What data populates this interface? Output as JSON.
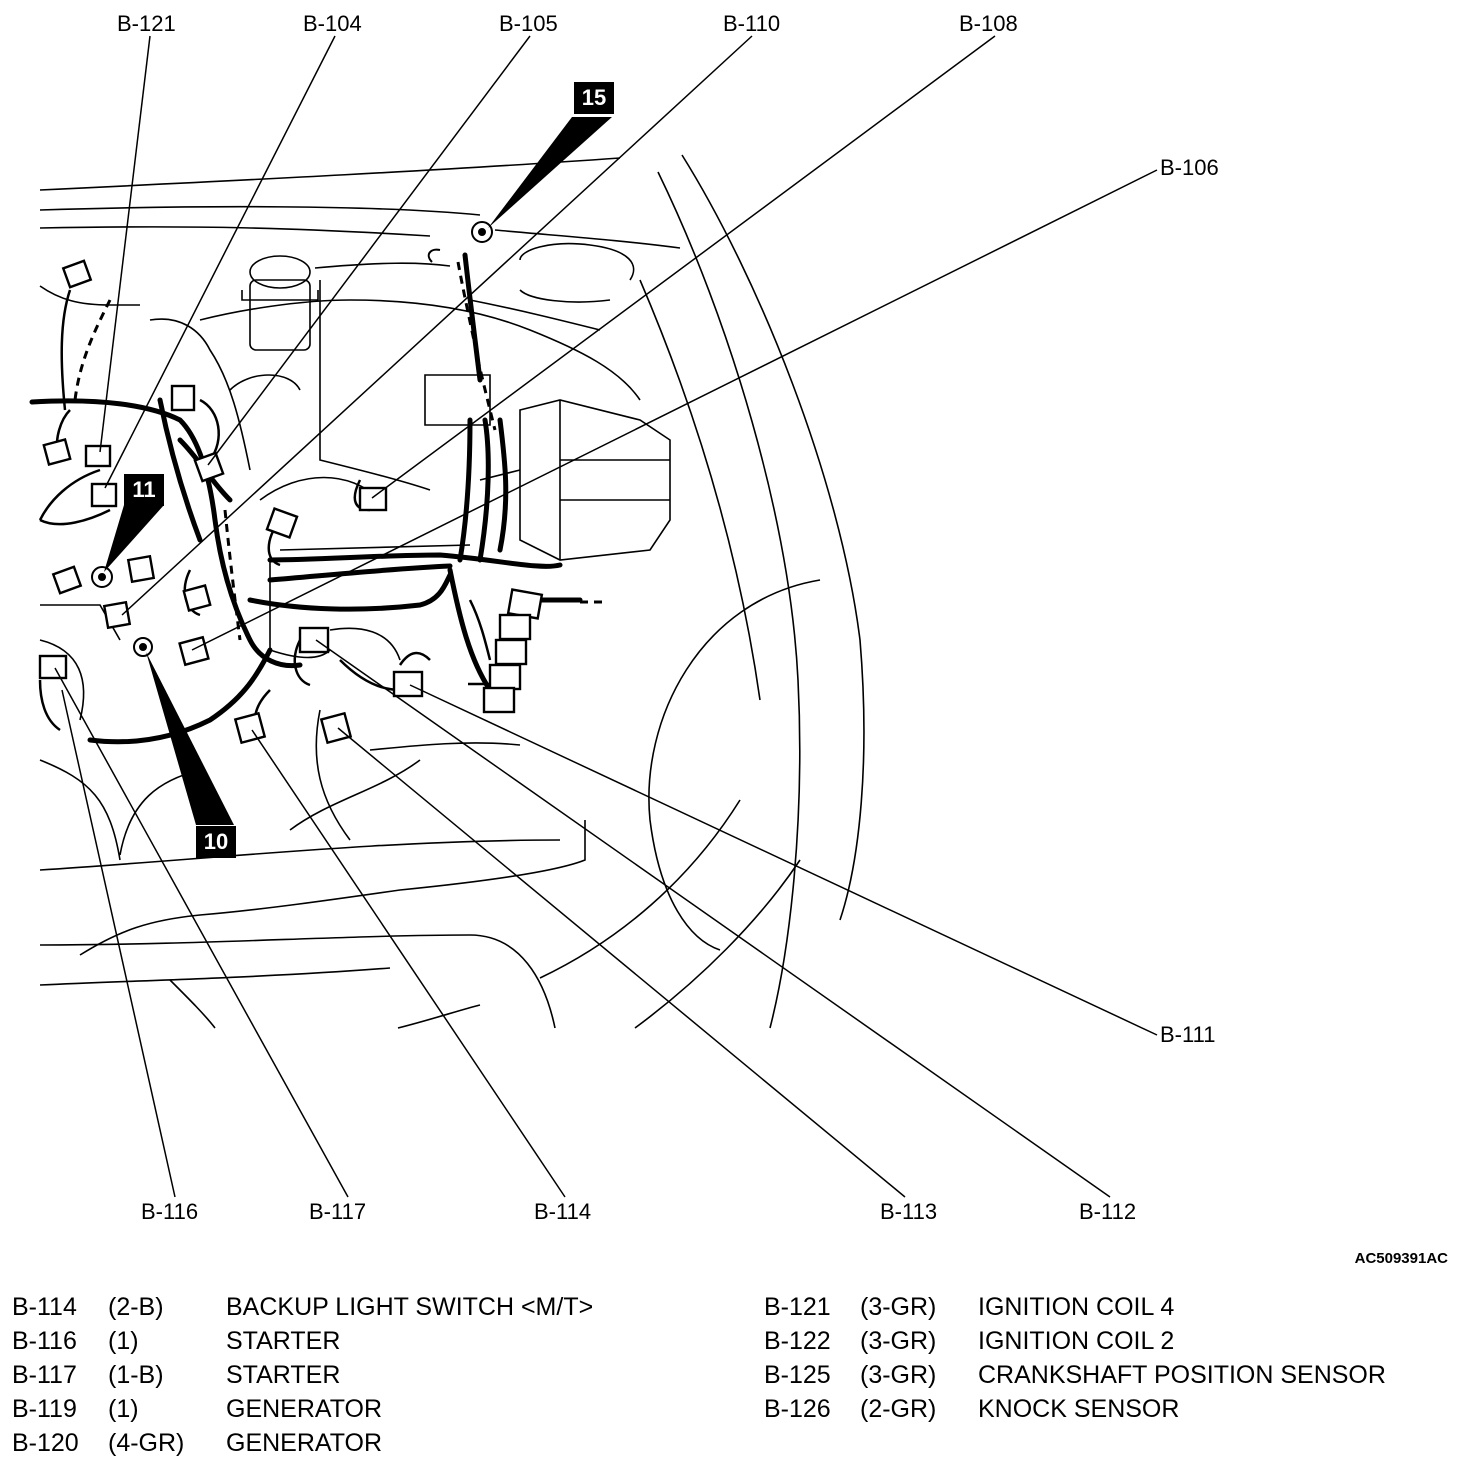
{
  "figure_id": "AC509391AC",
  "callouts": {
    "b121": "B-121",
    "b104": "B-104",
    "b105": "B-105",
    "b110": "B-110",
    "b108": "B-108",
    "b106": "B-106",
    "b111": "B-111",
    "b116": "B-116",
    "b117": "B-117",
    "b114": "B-114",
    "b113": "B-113",
    "b112": "B-112"
  },
  "badges": {
    "top": "15",
    "left": "11",
    "bottom": "10"
  },
  "legend_left": [
    {
      "id": "B-114",
      "code": "(2-B)",
      "desc": "BACKUP LIGHT SWITCH <M/T>"
    },
    {
      "id": "B-116",
      "code": "(1)",
      "desc": "STARTER"
    },
    {
      "id": "B-117",
      "code": "(1-B)",
      "desc": "STARTER"
    },
    {
      "id": "B-119",
      "code": "(1)",
      "desc": "GENERATOR"
    },
    {
      "id": "B-120",
      "code": "(4-GR)",
      "desc": "GENERATOR"
    }
  ],
  "legend_right": [
    {
      "id": "B-121",
      "code": "(3-GR)",
      "desc": "IGNITION COIL 4"
    },
    {
      "id": "B-122",
      "code": "(3-GR)",
      "desc": "IGNITION COIL 2"
    },
    {
      "id": "B-125",
      "code": "(3-GR)",
      "desc": "CRANKSHAFT POSITION SENSOR"
    },
    {
      "id": "B-126",
      "code": "(2-GR)",
      "desc": "KNOCK SENSOR"
    }
  ]
}
